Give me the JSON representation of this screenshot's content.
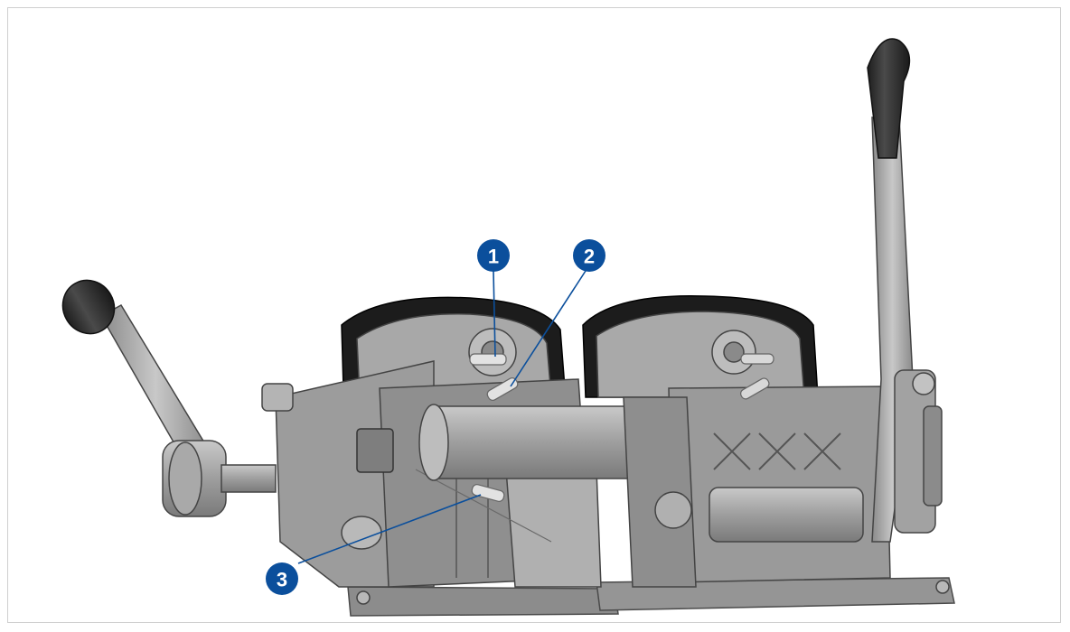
{
  "diagram": {
    "colors": {
      "callout": "#0b4f9c",
      "metal_dark": "#6b6b6b",
      "metal_mid": "#9a9a9a",
      "metal_light": "#c4c4c4",
      "knob": "#2a2a2a",
      "border": "#cfcfcf"
    },
    "callouts": [
      {
        "id": "1",
        "label": "1"
      },
      {
        "id": "2",
        "label": "2"
      },
      {
        "id": "3",
        "label": "3"
      }
    ]
  }
}
